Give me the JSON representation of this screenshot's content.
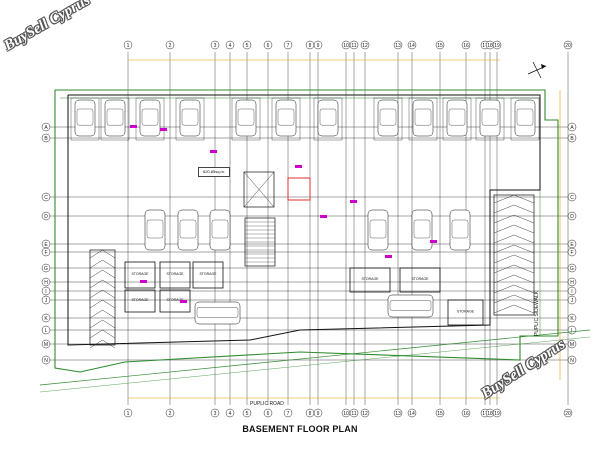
{
  "title": "BASEMENT FLOOR PLAN",
  "watermark_top_left": "BuySell Cyprus",
  "watermark_bottom_right": "BuySell Cyprus",
  "road_label": "PUPLIC ROAD",
  "sidewalk_label": "PUPLIC SIDEWALK",
  "area_label": "620.85sq.m.",
  "grid_labels_top": [
    "1",
    "2",
    "3",
    "4",
    "5",
    "6",
    "7",
    "8",
    "9",
    "10",
    "11",
    "12",
    "13",
    "14",
    "15",
    "16",
    "17",
    "18",
    "19",
    "20"
  ],
  "grid_labels_left": [
    "A",
    "B",
    "C",
    "D",
    "E",
    "F",
    "G",
    "H",
    "I",
    "J",
    "K",
    "L",
    "M",
    "N"
  ],
  "room_labels": [
    "STORAGE",
    "STORAGE",
    "STORAGE",
    "STORAGE",
    "STORAGE",
    "STORAGE",
    "STORAGE",
    "STORAGE"
  ],
  "colors": {
    "boundary": "#2e8b2e",
    "grid": "#222222",
    "annotation": "#cc00cc",
    "accent": "#e03030",
    "dim": "#e8a000",
    "wall": "#111111"
  }
}
